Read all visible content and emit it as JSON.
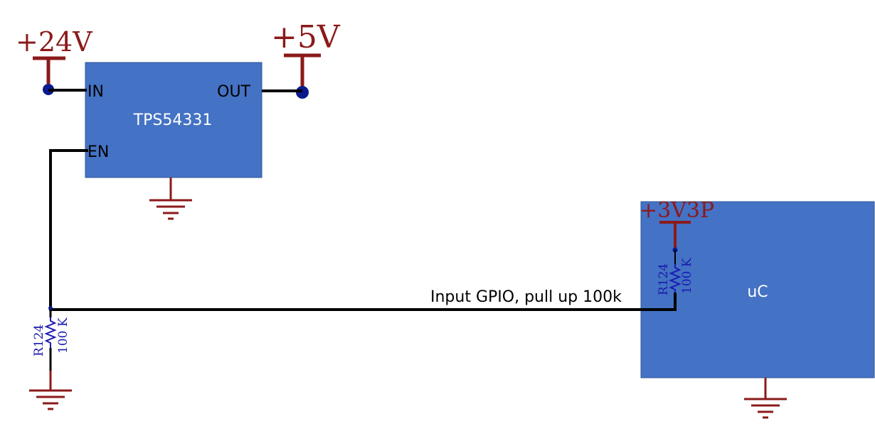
{
  "power_rails": {
    "v24": "+24V",
    "v5": "+5V",
    "v3v3p": "+3V3P"
  },
  "regulator": {
    "name": "TPS54331",
    "pin_in": "IN",
    "pin_out": "OUT",
    "pin_en": "EN"
  },
  "microcontroller": {
    "name": "uC"
  },
  "net_note": "Input GPIO, pull up 100k",
  "resistors": {
    "pulldown": {
      "ref": "R124",
      "value": "100 K"
    },
    "pullup": {
      "ref": "R124",
      "value": "100 K"
    }
  },
  "colors": {
    "block_fill": "#4472c4",
    "block_stroke": "#2f5597",
    "rail": "#8b1a1a",
    "junction": "#0a1a8c",
    "wire": "#000000",
    "resistor": "#1a1ab0"
  }
}
